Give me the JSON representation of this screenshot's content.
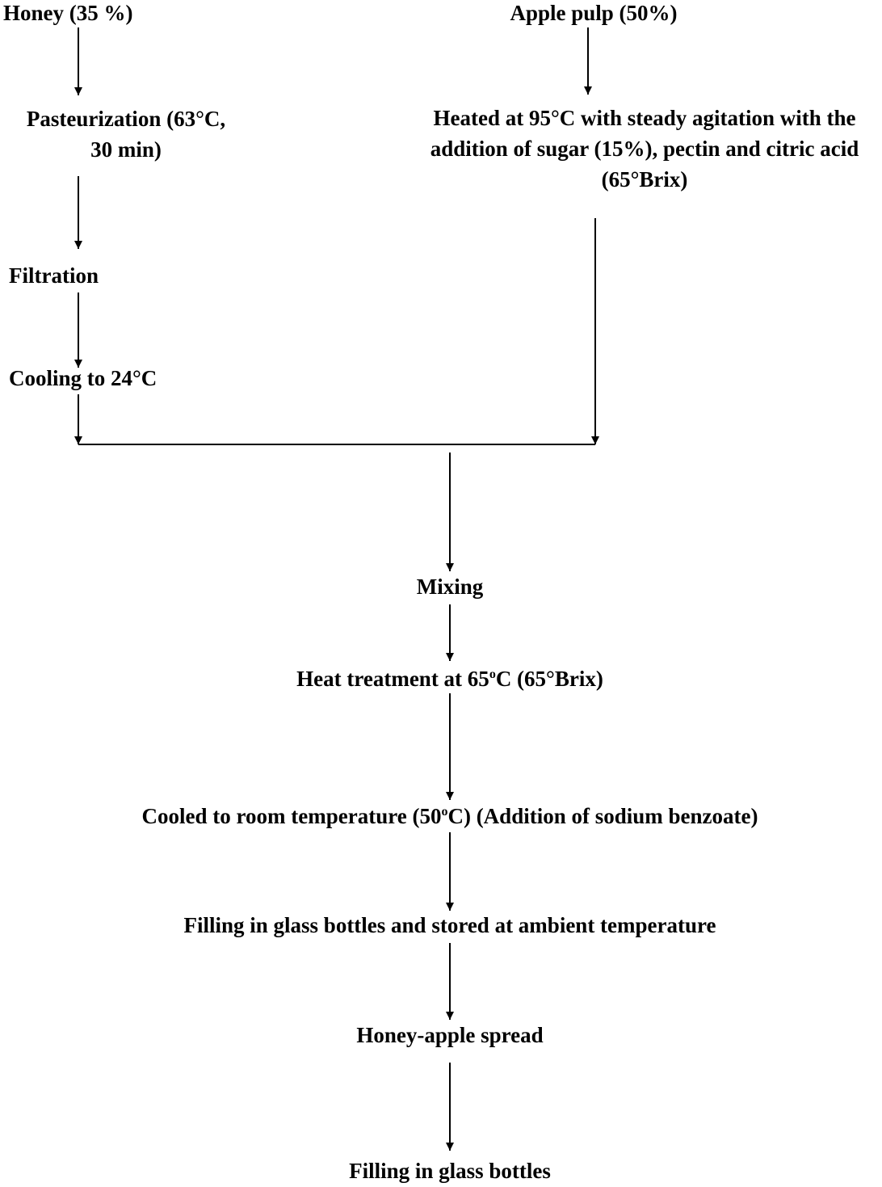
{
  "diagram": {
    "left_branch": {
      "honey": "Honey (35 %)",
      "pasteurization_line1": "Pasteurization (63°C,",
      "pasteurization_line2": "30 min)",
      "filtration": "Filtration",
      "cooling": "Cooling to 24°C"
    },
    "right_branch": {
      "apple_pulp": "Apple pulp (50%)",
      "heated_line1": "Heated at 95°C with steady agitation with the",
      "heated_line2": "addition of sugar (15%), pectin and citric acid",
      "heated_line3": "(65°Brix)"
    },
    "main_flow": {
      "mixing": "Mixing",
      "heat_treatment_pre": "Heat treatment at 65",
      "heat_treatment_sup": "o",
      "heat_treatment_post": "C (65°Brix)",
      "cooled_pre": "Cooled to room temperature (50",
      "cooled_sup": "o",
      "cooled_post": "C) (Addition of sodium benzoate)",
      "filling_stored": "Filling in glass bottles and stored at ambient temperature",
      "spread": "Honey-apple spread",
      "filling_final": "Filling in glass bottles"
    }
  },
  "colors": {
    "text": "#000000",
    "line": "#000000",
    "background": "#ffffff"
  }
}
